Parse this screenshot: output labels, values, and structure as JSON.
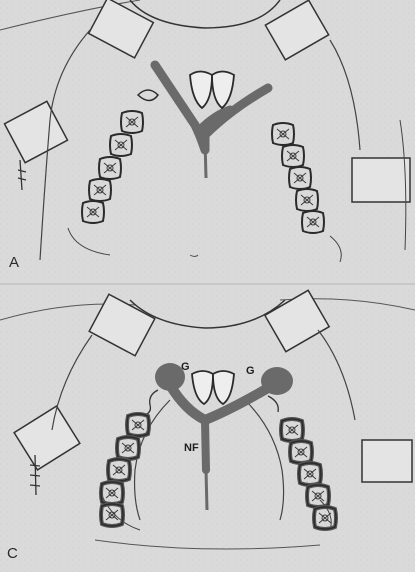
{
  "panels": [
    {
      "id": "A",
      "label": "A",
      "annotations": []
    },
    {
      "id": "C",
      "label": "C",
      "annotations": [
        "G",
        "G",
        "NF"
      ]
    }
  ],
  "colors": {
    "background": "#dadada",
    "line": "#2b2b2b",
    "impression_material": "#6a6a6a"
  }
}
